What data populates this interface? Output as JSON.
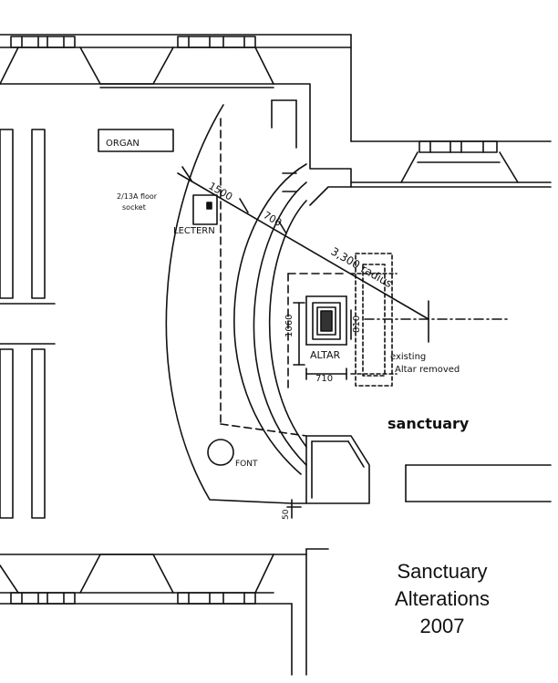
{
  "labels": {
    "organ": "ORGAN",
    "socket": "2/13A floor",
    "socket_2": "socket",
    "lectern": "LECTERN",
    "dim_1500": "1500",
    "dim_700": "700",
    "radius": "3,300 radius",
    "altar": "ALTAR",
    "dim_1060": "1060",
    "dim_810": "810",
    "dim_710": "710",
    "existing_1": "existing",
    "existing_2": "Altar removed",
    "sanctuary": "sanctuary",
    "font": "FONT",
    "dim_50": "50"
  },
  "caption": {
    "line1": "Sanctuary",
    "line2": "Alterations",
    "line3": "2007"
  }
}
